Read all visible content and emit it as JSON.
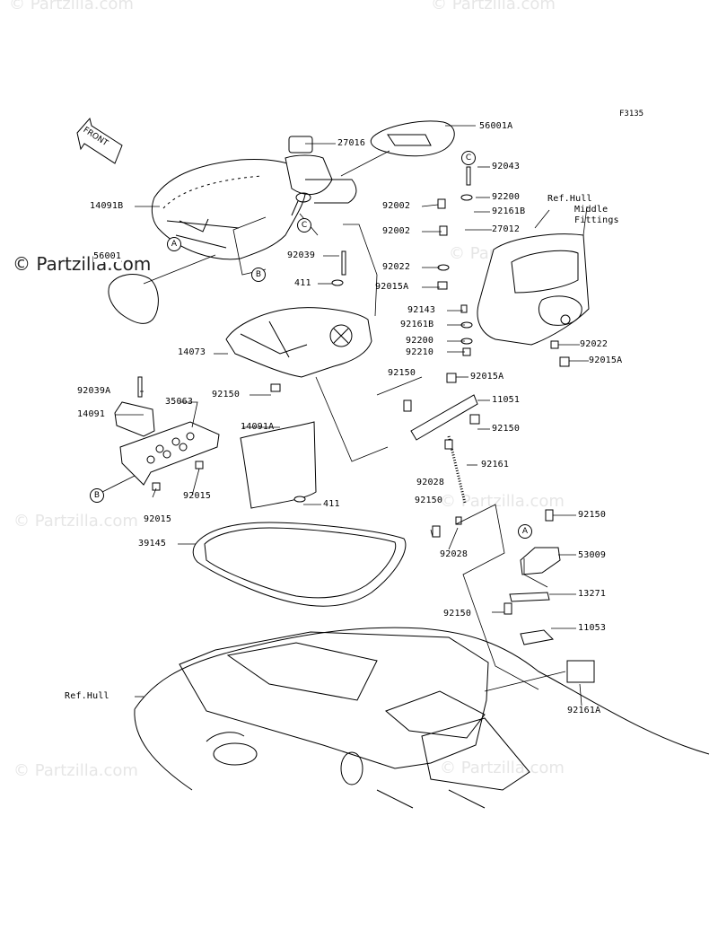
{
  "figure_code": "F3135",
  "front_label": "FRONT",
  "watermark_text": "© Partzilla.com",
  "watermark_main": "© Partzilla.com",
  "callout_letters": {
    "a": "A",
    "b": "B",
    "c": "C"
  },
  "labels": {
    "p56001a": "56001A",
    "p27016": "27016",
    "p14091b": "14091B",
    "p56001": "56001",
    "p92039": "92039",
    "p411a": "411",
    "p14073": "14073",
    "p92150a": "92150",
    "p92039a": "92039A",
    "p14091": "14091",
    "p35063": "35063",
    "p92015a": "92015",
    "p92015b": "92015",
    "p14091a": "14091A",
    "p411b": "411",
    "p39145": "39145",
    "refhull": "Ref.Hull",
    "p92043": "92043",
    "p92200a": "92200",
    "p92161b_a": "92161B",
    "p92002a": "92002",
    "p92002b": "92002",
    "p27012": "27012",
    "refhull_mid1": "Ref.Hull",
    "refhull_mid2": "Middle",
    "refhull_mid3": "Fittings",
    "p92022a": "92022",
    "p92015a_a": "92015A",
    "p92143": "92143",
    "p92161b_b": "92161B",
    "p92200b": "92200",
    "p92210": "92210",
    "p92022b": "92022",
    "p92015a_b": "92015A",
    "p92150b": "92150",
    "p92015a_c": "92015A",
    "p11051": "11051",
    "p92150c": "92150",
    "p92028a": "92028",
    "p92161": "92161",
    "p92150d": "92150",
    "p92028b": "92028",
    "p92150e": "92150",
    "p53009": "53009",
    "p13271": "13271",
    "p92150f": "92150",
    "p11053": "11053",
    "p92161a": "92161A"
  }
}
